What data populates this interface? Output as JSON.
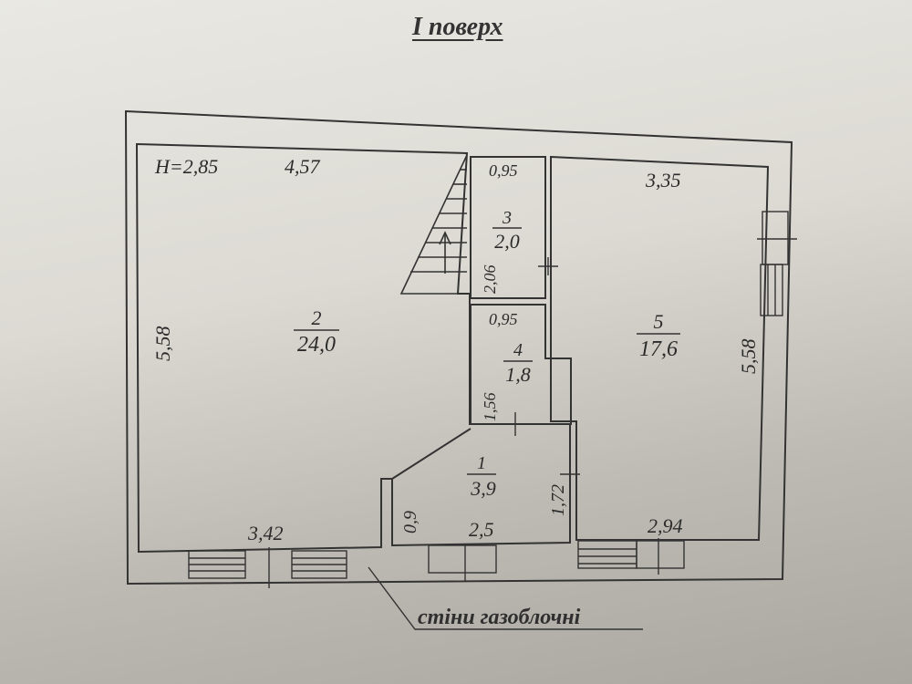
{
  "title": "I поверх",
  "height_label": "H=2,85",
  "caption": "стіни газоблочні",
  "rooms": [
    {
      "number": "1",
      "area": "3,9"
    },
    {
      "number": "2",
      "area": "24,0"
    },
    {
      "number": "3",
      "area": "2,0"
    },
    {
      "number": "4",
      "area": "1,8"
    },
    {
      "number": "5",
      "area": "17,6"
    }
  ],
  "dimensions": {
    "room2_top": "4,57",
    "room2_left": "5,58",
    "room2_bottom": "3,42",
    "room3_top": "0,95",
    "room3_left": "2,06",
    "room4_top": "0,95",
    "room4_left": "1,56",
    "room1_left": "0,9",
    "room1_right": "1,72",
    "room1_bottom": "2,5",
    "room5_top": "3,35",
    "room5_right": "5,58",
    "room5_bottom": "2,94"
  }
}
